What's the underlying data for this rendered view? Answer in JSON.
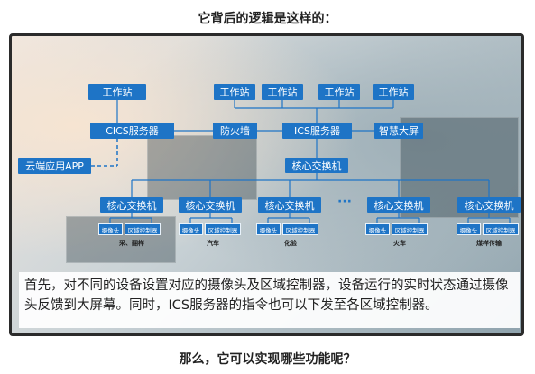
{
  "heading_top": "它背后的逻辑是这样的：",
  "heading_bottom": "那么，它可以实现哪些功能呢？",
  "diagram": {
    "workstation_label": "工作站",
    "cics_server": "CICS服务器",
    "firewall": "防火墙",
    "ics_server": "ICS服务器",
    "smart_screen": "智慧大屏",
    "cloud_app": "云端应用APP",
    "core_switch_main": "核心交换机",
    "core_switch_label": "核心交换机",
    "camera_label": "摄像头",
    "area_controller_label": "区域控制器",
    "ellipsis": "···",
    "areas": [
      "采、翻样",
      "汽车",
      "化验",
      "火车",
      "煤样传输"
    ]
  },
  "caption": "首先，对不同的设备设置对应的摄像头及区域控制器，设备运行的实时状态通过摄像头反馈到大屏幕。同时，ICS服务器的指令也可以下发至各区域控制器。",
  "colors": {
    "box_blue": "#1e74c6",
    "line_blue": "#1e74c6",
    "frame_border": "#2b2b2b"
  }
}
